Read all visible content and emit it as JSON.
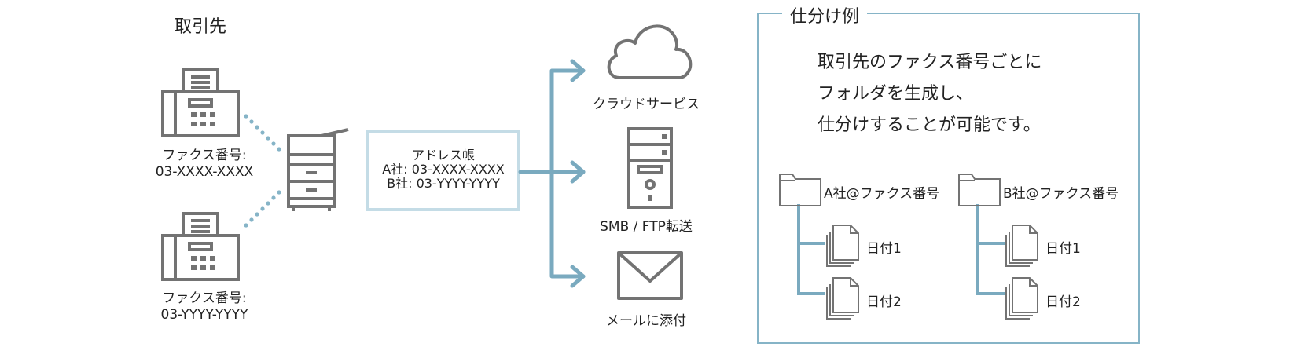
{
  "source": {
    "title": "取引先",
    "fax1": {
      "line1": "ファクス番号:",
      "line2": "03-XXXX-XXXX"
    },
    "fax2": {
      "line1": "ファクス番号:",
      "line2": "03-YYYY-YYYY"
    }
  },
  "addressbook": {
    "title": "アドレス帳",
    "entry_a": "A社: 03-XXXX-XXXX",
    "entry_b": "B社: 03-YYYY-YYYY"
  },
  "destinations": {
    "cloud": "クラウドサービス",
    "server": "SMB / FTP転送",
    "mail": "メールに添付"
  },
  "example": {
    "title": "仕分け例",
    "desc_line1": "取引先のファクス番号ごとに",
    "desc_line2": "フォルダを生成し、",
    "desc_line3": "仕分けすることが可能です。",
    "folder_a": {
      "label": "A社@ファクス番号",
      "file1": "日付1",
      "file2": "日付2"
    },
    "folder_b": {
      "label": "B社@ファクス番号",
      "file1": "日付1",
      "file2": "日付2"
    }
  },
  "colors": {
    "icon_gray": "#737373",
    "dot_teal": "#86b4c7",
    "arrow_teal": "#7aaabf",
    "addressbook_border": "#c4dce6",
    "box_border": "#86b4c7"
  }
}
